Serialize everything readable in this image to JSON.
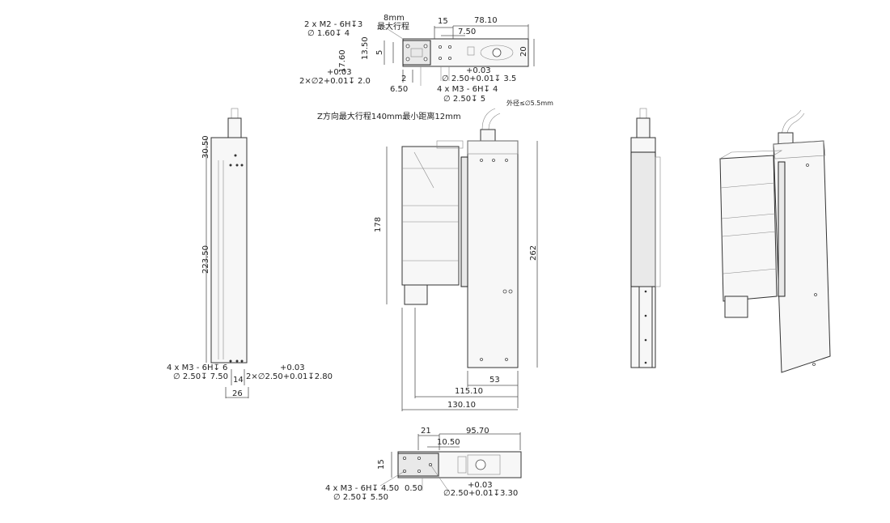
{
  "top_view": {
    "note_m2_line1": "2 x M2 - 6H↧3",
    "note_m2_line2": "∅ 1.60↧ 4",
    "stroke_line1": "8mm",
    "stroke_line2": "最大行程",
    "dim_15": "15",
    "dim_78_10": "78.10",
    "dim_7_50": "7.50",
    "dim_17_60": "17.60",
    "dim_13_50": "13.50",
    "dim_5": "5",
    "dim_20": "20",
    "dim_2": "2",
    "dim_6_50": "6.50",
    "tol_left_plus": "+0.03",
    "tol_left": "2×∅2+0.01↧ 2.0",
    "tol_right_plus": "+0.03",
    "tol_right": "∅ 2.50+0.01↧ 3.5",
    "note_m3_line1": "4 x M3 - 6H↧ 4",
    "note_m3_line2": "∅ 2.50↧ 5"
  },
  "left_view": {
    "dim_30_50": "30.50",
    "dim_223_50": "223.50",
    "note_m3_line1": "4 x M3 - 6H↧ 6",
    "note_m3_line2": "∅ 2.50↧ 7.50",
    "dim_14": "14",
    "dim_26": "26",
    "tol_plus": "+0.03",
    "tol": "2×∅2.50+0.01↧2.80"
  },
  "front_view": {
    "z_note": "Z方向最大行程140mm最小距离12mm",
    "cable_note": "外径≤∅5.5mm",
    "dim_178": "178",
    "dim_262": "262",
    "dim_53": "53",
    "dim_115_10": "115.10",
    "dim_130_10": "130.10"
  },
  "bottom_view": {
    "dim_21": "21",
    "dim_95_70": "95.70",
    "dim_10_50": "10.50",
    "dim_15": "15",
    "note_m3_line1": "4 x M3 - 6H↧ 4.50",
    "note_m3_line2": "∅ 2.50↧ 5.50",
    "dim_0_50": "0.50",
    "tol_plus": "+0.03",
    "tol": "∅2.50+0.01↧3.30"
  }
}
